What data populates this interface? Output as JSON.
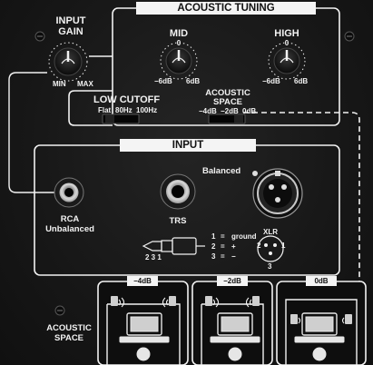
{
  "input_gain": {
    "label_line1": "INPUT",
    "label_line2": "GAIN",
    "min": "MIN",
    "max": "MAX"
  },
  "acoustic_tuning": {
    "title": "ACOUSTIC TUNING",
    "mid": {
      "label": "MID",
      "zero": "0",
      "minus": "−6dB",
      "plus": "6dB"
    },
    "high": {
      "label": "HIGH",
      "zero": "0",
      "minus": "−6dB",
      "plus": "6dB"
    }
  },
  "low_cutoff": {
    "label": "LOW CUTOFF",
    "options": [
      "Flat",
      "80Hz",
      "100Hz"
    ]
  },
  "acoustic_space_switch": {
    "label_line1": "ACOUSTIC",
    "label_line2": "SPACE",
    "options": [
      "−4dB",
      "−2dB",
      "0dB"
    ]
  },
  "input": {
    "title": "INPUT",
    "rca_label": "RCA",
    "unbalanced_label": "Unbalanced",
    "trs_label": "TRS",
    "balanced_label": "Balanced",
    "xlr_label": "XLR",
    "pin_legend": [
      {
        "num": "1",
        "eq": "=",
        "name": "ground"
      },
      {
        "num": "2",
        "eq": "=",
        "name": "+"
      },
      {
        "num": "3",
        "eq": "=",
        "name": "−"
      }
    ],
    "trs_plug_numbers": "2 3 1",
    "xlr_pin_labels": [
      "2",
      "1",
      "3"
    ]
  },
  "acoustic_space_diagram": {
    "label_line1": "ACOUSTIC",
    "label_line2": "SPACE",
    "panels": [
      "−4dB",
      "−2dB",
      "0dB"
    ]
  }
}
